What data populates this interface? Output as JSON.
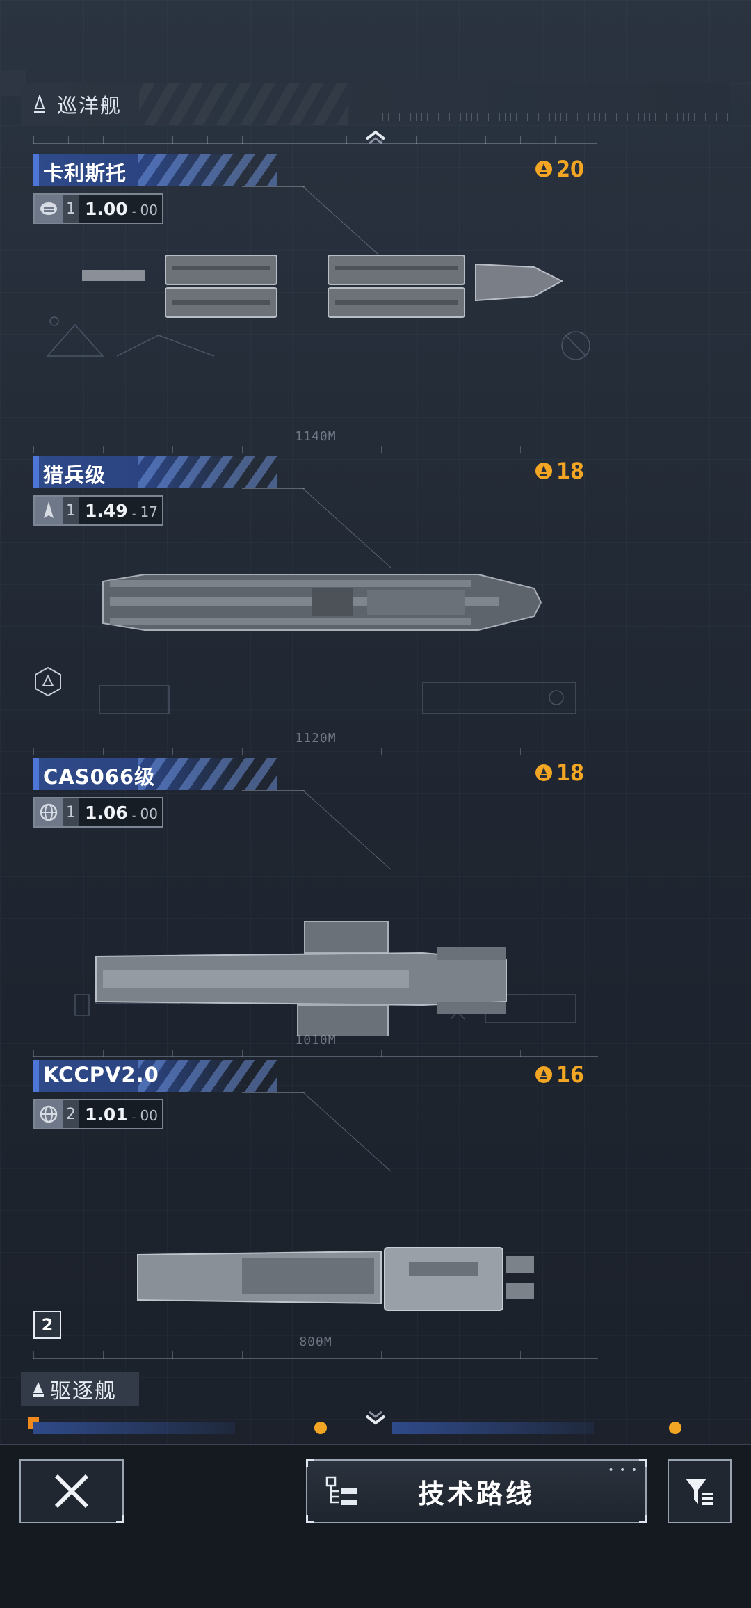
{
  "sections": {
    "cruiser_title": "巡洋舰",
    "destroyer_title": "驱逐舰"
  },
  "ships": [
    {
      "name": "卡利斯托",
      "cost": "20",
      "level": "1",
      "ratio": "1.00",
      "sub": "00",
      "length": "1140M",
      "icon": "cargo-icon"
    },
    {
      "name": "猎兵级",
      "cost": "18",
      "level": "1",
      "ratio": "1.49",
      "sub": "17",
      "length": "1120M",
      "icon": "ship-silhouette-icon"
    },
    {
      "name": "CAS066级",
      "cost": "18",
      "level": "1",
      "ratio": "1.06",
      "sub": "00",
      "length": "1010M",
      "icon": "globe-icon"
    },
    {
      "name": "KCCPV2.0",
      "cost": "16",
      "level": "2",
      "ratio": "1.01",
      "sub": "00",
      "length": "800M",
      "icon": "globe-icon"
    }
  ],
  "badge_count": "2",
  "bottom_bar": {
    "tech_route_label": "技术路线"
  },
  "colors": {
    "accent_orange": "#f3a623",
    "name_tag_blue": "#2f4a8a",
    "background": "#222a35"
  }
}
